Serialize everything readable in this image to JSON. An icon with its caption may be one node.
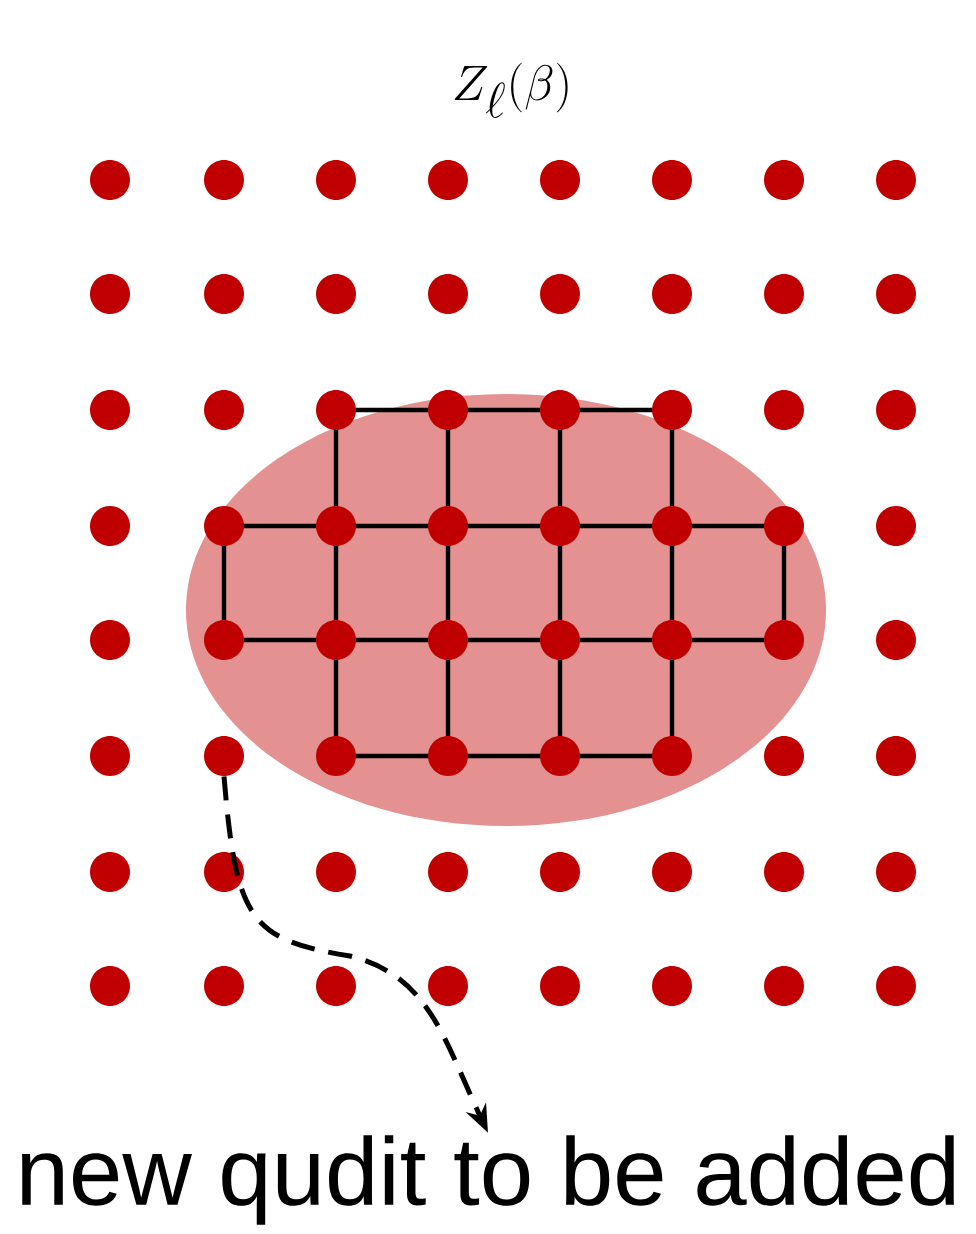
{
  "diagram": {
    "title": "Z_\\ell(\\beta)",
    "nodes": [
      {
        "text": [],
        "shape": "circle"
      },
      {
        "text": [
          "new qudit to be added"
        ]
      }
    ],
    "edges": [
      {
        "from": 0,
        "to": 1,
        "arrow": "to",
        "style": "dashed"
      }
    ]
  }
}
